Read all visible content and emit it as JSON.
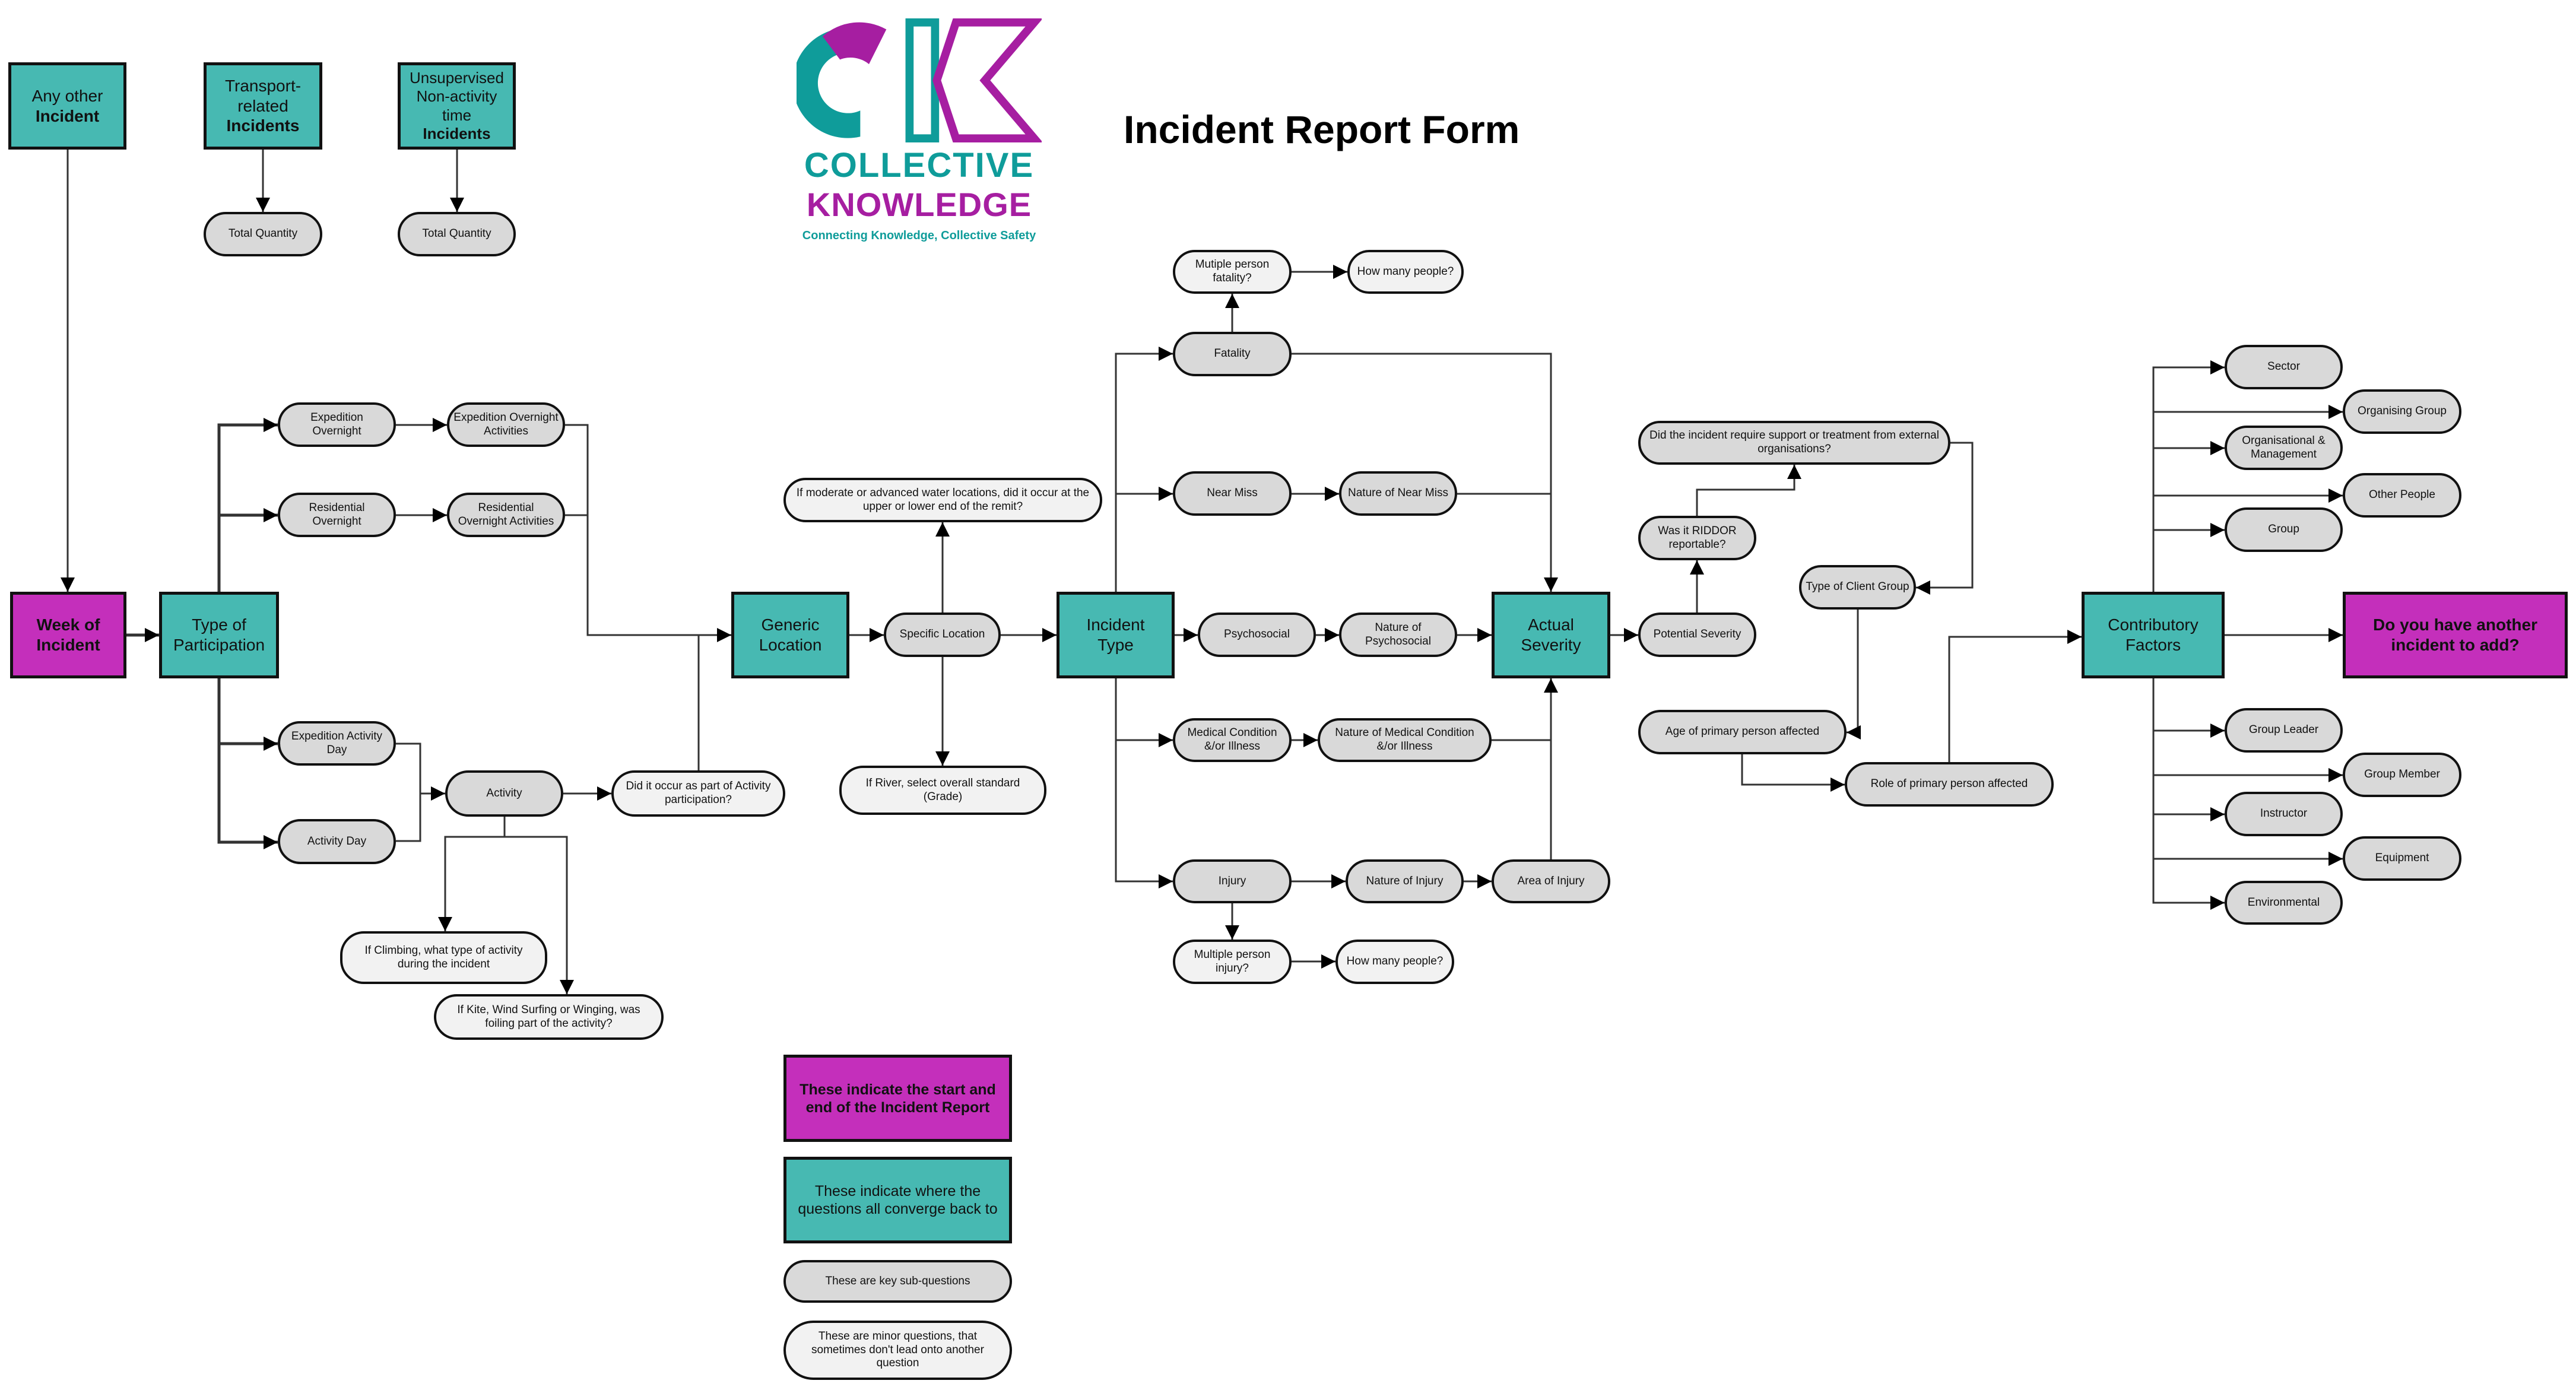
{
  "header": {
    "title": "Incident Report Form",
    "logo": {
      "word1": "COLLECTIVE",
      "word2": "KNOWLEDGE",
      "tagline": "Connecting Knowledge, Collective Safety",
      "colors": {
        "teal": "#0f9c9a",
        "magenta": "#a61ea1"
      }
    }
  },
  "colors": {
    "start_end": "#c42fbb",
    "converge": "#47b9b2",
    "key_sub_question": "#d9d9d9",
    "minor_question": "#f2f2f2"
  },
  "entry_points": {
    "any_other": {
      "line1": "Any other",
      "line2": "Incident"
    },
    "transport": {
      "line1": "Transport-related",
      "line2": "Incidents"
    },
    "unsupervised": {
      "line1": "Unsupervised Non-activity time",
      "line2": "Incidents"
    },
    "total_quantity_1": "Total Quantity",
    "total_quantity_2": "Total Quantity"
  },
  "nodes": {
    "week_of_incident": "Week of Incident",
    "type_of_participation": "Type of Participation",
    "expedition_overnight": "Expedition Overnight",
    "expedition_overnight_activities": "Expedition Overnight Activities",
    "residential_overnight": "Residential Overnight",
    "residential_overnight_activities": "Residential Overnight Activities",
    "expedition_activity_day": "Expedition Activity Day",
    "activity_day": "Activity Day",
    "activity": "Activity",
    "activity_participation_q": "Did it occur as part of Activity participation?",
    "climbing_q": "If Climbing, what type of activity during the incident",
    "kite_q": "If Kite, Wind Surfing or Winging, was foiling part of the activity?",
    "generic_location": "Generic Location",
    "specific_location": "Specific Location",
    "water_location_q": "If moderate or advanced water locations, did it occur at the upper or lower end of the remit?",
    "river_q": "If River, select overall standard (Grade)",
    "incident_type": "Incident Type",
    "fatality": "Fatality",
    "multiple_fatality_q": "Mutiple person fatality?",
    "how_many_fatality": "How many people?",
    "near_miss": "Near Miss",
    "nature_near_miss": "Nature of Near Miss",
    "psychosocial": "Psychosocial",
    "nature_psychosocial": "Nature of Psychosocial",
    "medical": "Medical Condition &/or Illness",
    "nature_medical": "Nature of Medical Condition &/or Illness",
    "injury": "Injury",
    "nature_injury": "Nature of Injury",
    "area_injury": "Area of Injury",
    "multiple_injury_q": "Multiple person injury?",
    "how_many_injury": "How many people?",
    "actual_severity": "Actual Severity",
    "potential_severity": "Potential Severity",
    "riddor_q": "Was it RIDDOR reportable?",
    "external_support_q": "Did the incident require support or treatment from external organisations?",
    "client_group": "Type of Client Group",
    "age_primary": "Age of primary person affected",
    "role_primary": "Role of primary person affected",
    "contributory_factors": "Contributory Factors",
    "another_incident": "Do you have another incident to add?"
  },
  "contributory": {
    "sector": "Sector",
    "organising_group": "Organising Group",
    "org_management": "Organisational & Management",
    "other_people": "Other People",
    "group": "Group",
    "group_leader": "Group Leader",
    "group_member": "Group Member",
    "instructor": "Instructor",
    "equipment": "Equipment",
    "environmental": "Environmental"
  },
  "legend": {
    "start_end": "These indicate the start and end of the Incident Report",
    "converge": "These indicate where the questions all converge back to",
    "key": "These are key sub-questions",
    "minor": "These are minor questions, that sometimes don't lead onto another question"
  }
}
